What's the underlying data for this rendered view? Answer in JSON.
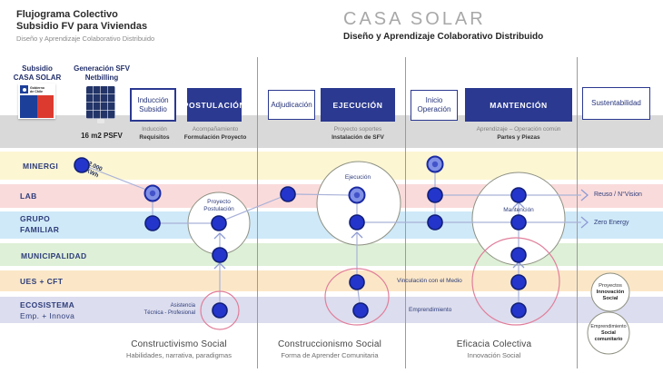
{
  "title_block": {
    "line1": "Flujograma Colectivo",
    "line2": "Subsidio FV para Viviendas",
    "subtitle": "Diseño y Aprendizaje Colaborativo Distribuido"
  },
  "brand_block": {
    "title": "CASA SOLAR",
    "subtitle": "Diseño y Aprendizaje Colaborativo Distribuido"
  },
  "legend_columns": {
    "subsidio_title1": "Subsidio",
    "subsidio_title2": "CASA SOLAR",
    "logo_line1": "Gobierno",
    "logo_line2": "de Chile",
    "generacion_title1": "Generación SFV",
    "generacion_title2": "Netbilling",
    "panel_caption": "16 m2 PSFV"
  },
  "phase_boxes": {
    "induccion_line1": "Inducción",
    "induccion_line2": "Subsidio",
    "induccion_sub1": "Inducción",
    "induccion_sub2": "Requisitos",
    "postulacion": "POSTULACIÓN",
    "postulacion_sub1": "Acompañamiento",
    "postulacion_sub2": "Formulación Proyecto",
    "adjudicacion": "Adjudicación",
    "ejecucion": "EJECUCIÓN",
    "ejecucion_sub1": "Proyecto soportes",
    "ejecucion_sub2": "Instalación de SFV",
    "inicio_line1": "Inicio",
    "inicio_line2": "Operación",
    "mantencion": "MANTENCIÓN",
    "mantencion_sub1": "Aprendizaje – Operación común",
    "mantencion_sub2": "Partes y Piezas",
    "sustentabilidad": "Sustentabilidad"
  },
  "lanes": [
    {
      "label1": "MINERGI",
      "label2": "",
      "color": "#fcf6d3"
    },
    {
      "label1": "LAB",
      "label2": "",
      "color": "#fadbdb"
    },
    {
      "label1": "GRUPO",
      "label2": "FAMILIAR",
      "color": "#cfe9f8"
    },
    {
      "label1": "MUNICIPALIDAD",
      "label2": "",
      "color": "#def0d7"
    },
    {
      "label1": "UES + CFT",
      "label2": "",
      "color": "#fbe7c7"
    },
    {
      "label1": "ECOSISTEMA",
      "label2": "Emp. + Innova",
      "color": "#dcddee"
    }
  ],
  "diagram": {
    "kwh1": "2.000",
    "kwh2": "KWh",
    "proyecto_postulacion1": "Proyecto",
    "proyecto_postulacion2": "Postulación",
    "ejecucion_label": "Ejecución",
    "mantencion_label": "Mantención",
    "asistencia1": "Asistencia",
    "asistencia2": "Técnica - Profesional",
    "vinculacion": "Vinculación con el Medio",
    "emprendimiento": "Emprendimiento",
    "outcome_reuso": "Reuso / N°Vision",
    "outcome_zero": "Zero Energy",
    "bubble1_line1": "Proyectos",
    "bubble1_line2": "Innovación",
    "bubble1_line3": "Social",
    "bubble2_line1": "Emprendimiento",
    "bubble2_line2": "Social",
    "bubble2_line3": "comunitario"
  },
  "footer_phases": [
    {
      "title": "Constructivismo Social",
      "subtitle": "Habilidades, narrativa, paradigmas"
    },
    {
      "title": "Construccionismo Social",
      "subtitle": "Forma de Aprender Comunitaria"
    },
    {
      "title": "Eficacia Colectiva",
      "subtitle": "Innovación Social"
    }
  ],
  "colors": {
    "accent_navy": "#2b3990",
    "node_blue": "#2435cb",
    "node_light_blue": "#8191e6",
    "connector": "#a9b2d8",
    "pink_circle": "#e17e9b",
    "gray_band": "#d9d9d9",
    "chile_blue": "#1c3f99",
    "chile_red": "#dd3a2f"
  }
}
